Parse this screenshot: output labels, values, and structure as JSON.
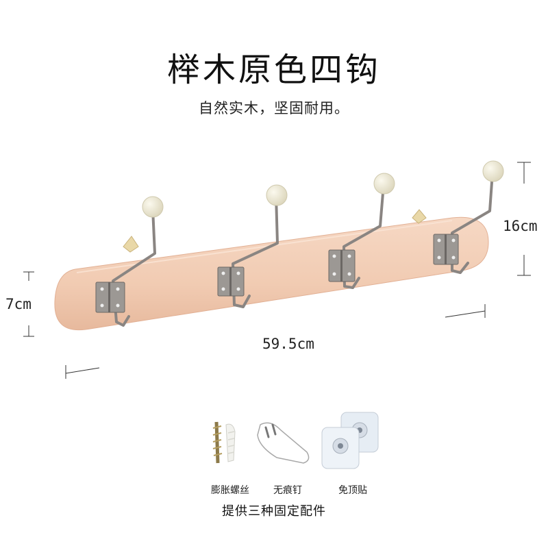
{
  "product": {
    "title": "榉木原色四钩",
    "subtitle": "自然实木，坚固耐用。"
  },
  "dimensions": {
    "hook_height": "16cm",
    "board_height": "7cm",
    "board_width": "59.5cm"
  },
  "accessories": {
    "items": [
      {
        "label": "膨胀螺丝",
        "icon": "expansion-screw-icon"
      },
      {
        "label": "无痕钉",
        "icon": "traceless-nail-icon"
      },
      {
        "label": "免顶贴",
        "icon": "adhesive-pad-icon"
      }
    ],
    "caption": "提供三种固定配件"
  },
  "colors": {
    "wood": "#f1cbb2",
    "hook_metal": "#8a8582",
    "ball": "#ece8d4"
  }
}
